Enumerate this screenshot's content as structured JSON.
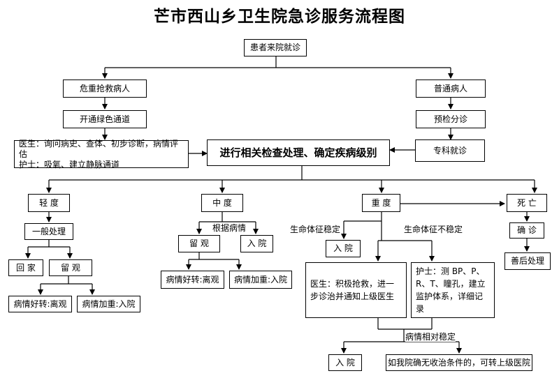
{
  "title": "芒市西山乡卫生院急诊服务流程图",
  "nodes": {
    "patient": "患者来院就诊",
    "critical": "危重抢救病人",
    "normal": "普通病人",
    "green_channel": "开通绿色通道",
    "precheck": "预检分诊",
    "initial_care": [
      "医生：询问病史、查体、初步诊断，病情评估",
      "护士：吸氧、建立静脉通道"
    ],
    "exam": "进行相关检查处理、确定疾病级别",
    "specialist": "专科就诊",
    "mild": "轻 度",
    "moderate": "中 度",
    "severe": "重 度",
    "death": "死 亡",
    "general": "一般处理",
    "home": "回 家",
    "observe_mild": "留 观",
    "better_mild": "病情好转:离观",
    "worse_mild": "病情加重:入院",
    "observe_mod": "留 观",
    "admit_mod": "入 院",
    "better_mod": "病情好转:离观",
    "worse_mod": "病情加重:入院",
    "admit_stable": "入 院",
    "doctor_rescue": "医生：积极抢救，进一步诊治并通知上级医生",
    "nurse_monitor": "护士：测 BP、P、R、T、瞳孔，建立监护体系，详细记录",
    "confirm": "确 诊",
    "aftercare": "善后处理",
    "admit_final": "入 院",
    "transfer": "如我院确无收治条件的，可转上级医院"
  },
  "labels": {
    "by_condition": "根据病情",
    "vital_stable": "生命体征稳定",
    "vital_unstable": "生命体征不稳定",
    "relatively_stable": "病情相对稳定"
  }
}
